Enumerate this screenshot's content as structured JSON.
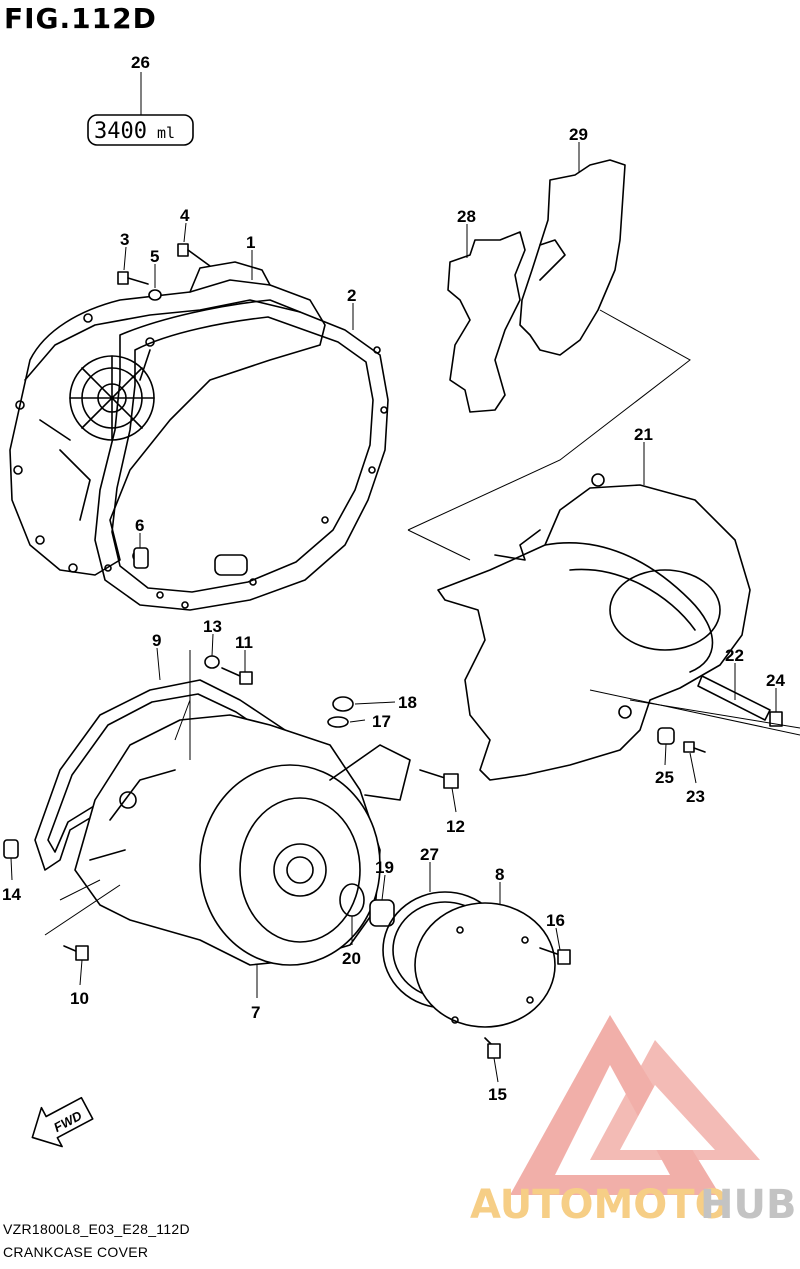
{
  "figure": {
    "title": "FIG.112D"
  },
  "footer": {
    "code": "VZR1800L8_E03_E28_112D",
    "name": "CRANKCASE COVER"
  },
  "quantity": {
    "value": "3400",
    "unit": "ml"
  },
  "fwd_label": "FWD",
  "watermark": {
    "part1": "AUTOMOTO",
    "part2": "HUB",
    "color_red": "#f0a7a0",
    "color_orange": "#f6c979",
    "color_gray": "#bdbdbd"
  },
  "callouts": {
    "p1": "1",
    "p2": "2",
    "p3": "3",
    "p4": "4",
    "p5": "5",
    "p6": "6",
    "p7": "7",
    "p8": "8",
    "p9": "9",
    "p10": "10",
    "p11": "11",
    "p12": "12",
    "p13": "13",
    "p14": "14",
    "p15": "15",
    "p16": "16",
    "p17": "17",
    "p18": "18",
    "p19": "19",
    "p20": "20",
    "p21": "21",
    "p22": "22",
    "p23": "23",
    "p24": "24",
    "p25": "25",
    "p26": "26",
    "p27": "27",
    "p28": "28",
    "p29": "29"
  }
}
